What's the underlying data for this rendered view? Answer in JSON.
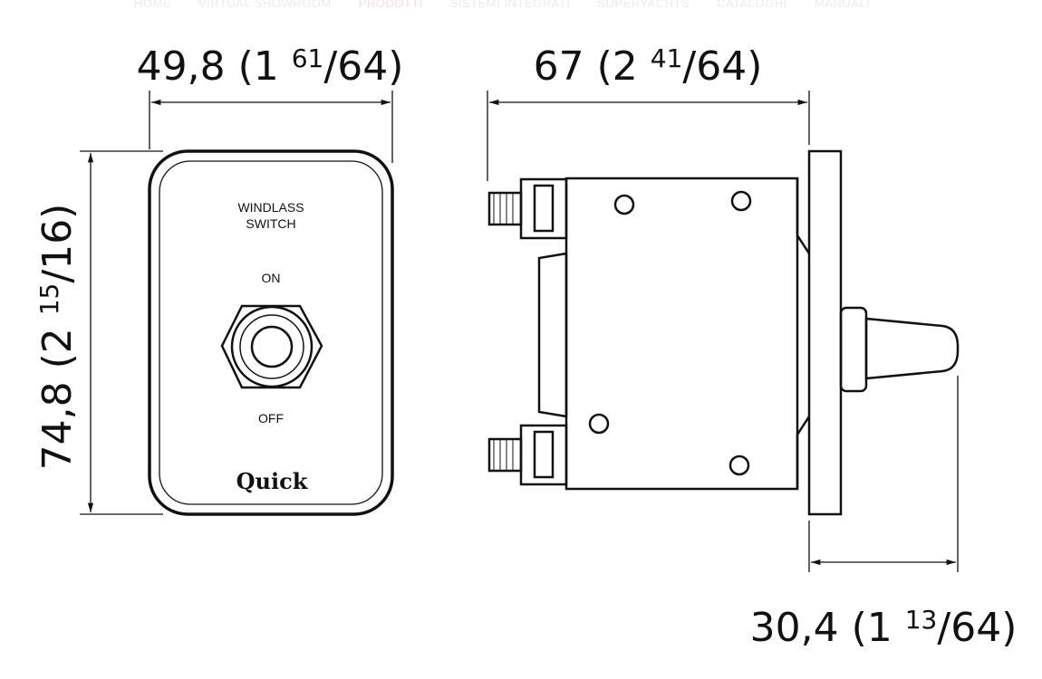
{
  "nav": {
    "items": [
      "HOME",
      "VIRTUAL SHOWROOM",
      "PRODOTTI",
      "SISTEMI INTEGRATI",
      "SUPERYACHTS",
      "CATALOGHI",
      "MANUALI"
    ],
    "active": "PRODOTTI"
  },
  "dimensions": {
    "width": {
      "main": "49,8 (1 ",
      "num": "61",
      "den": "/64)"
    },
    "depth": {
      "main": "67 (2 ",
      "num": "41",
      "den": "/64)"
    },
    "height": {
      "main": "74,8 (2 ",
      "num": "15",
      "den": "/16)"
    },
    "toggle": {
      "main": "30,4 (1 ",
      "num": "13",
      "den": "/64)"
    }
  },
  "plate": {
    "title_line1": "WINDLASS",
    "title_line2": "SWITCH",
    "on": "ON",
    "off": "OFF",
    "logo": "Quick"
  }
}
